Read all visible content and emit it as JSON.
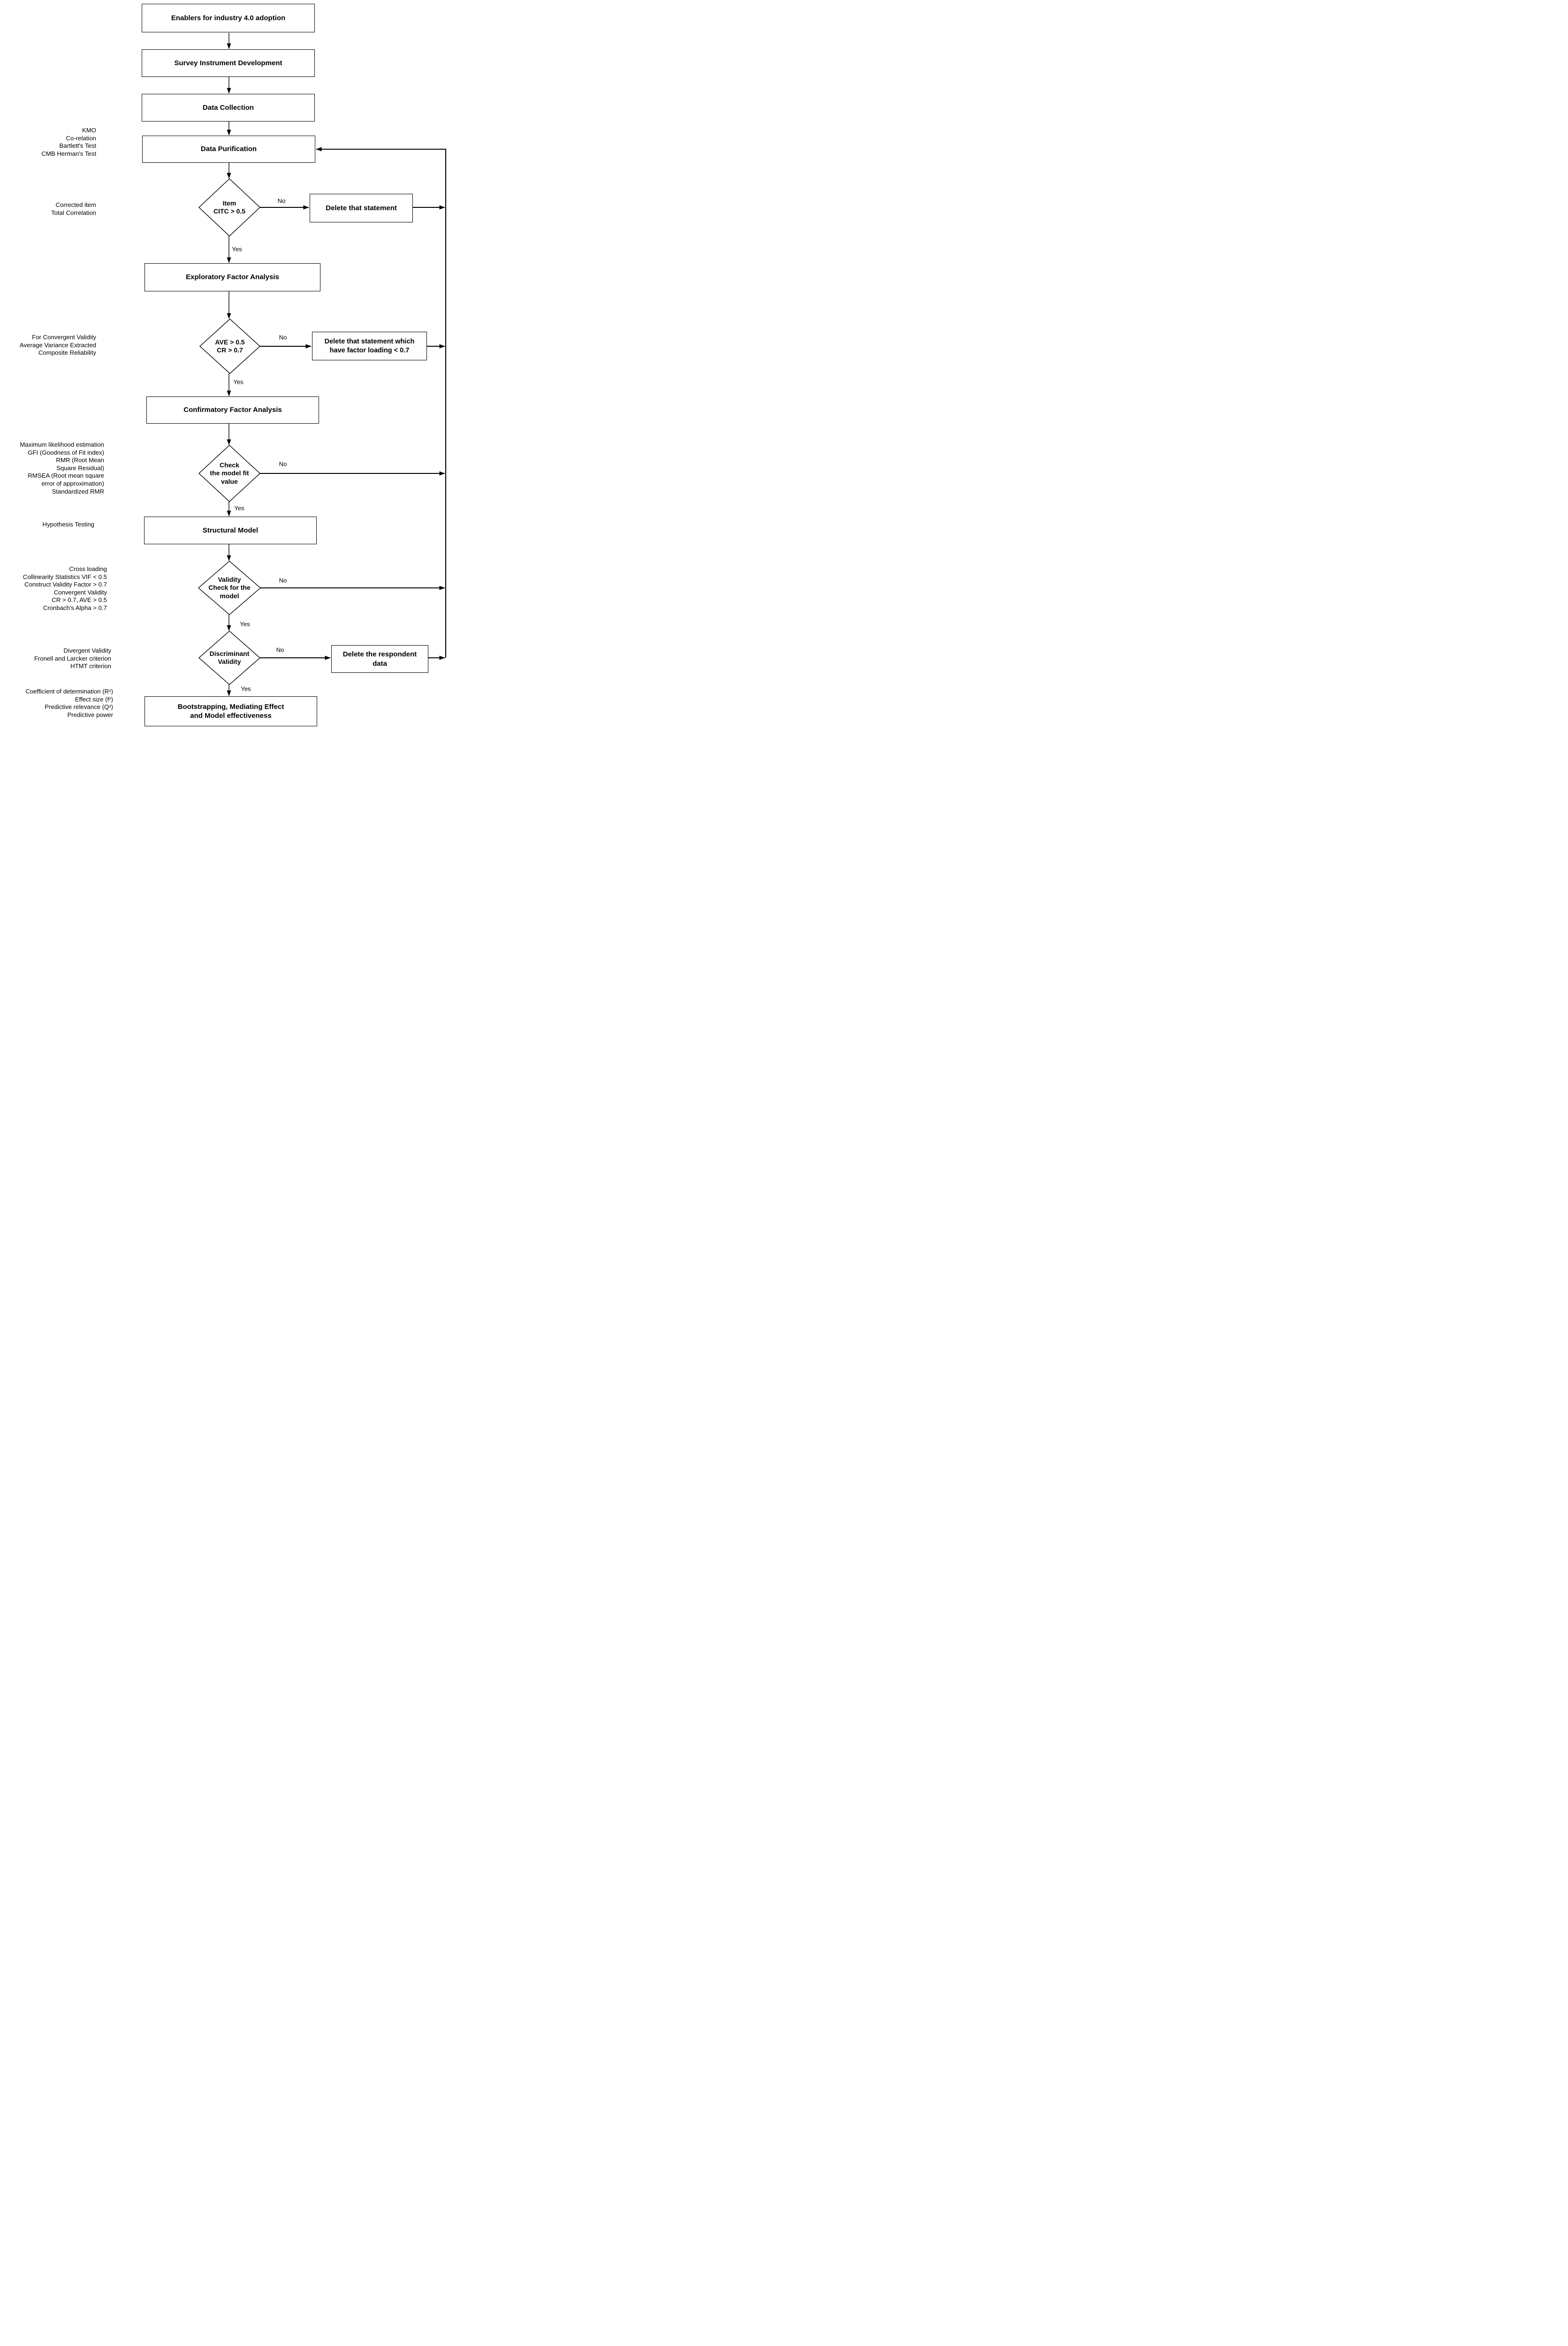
{
  "diagram": {
    "title_node": "Enablers for industry 4.0 adoption",
    "nodes": {
      "survey": {
        "label": "Survey Instrument Development"
      },
      "data_collection": {
        "label": "Data Collection"
      },
      "data_purification": {
        "label": "Data Purification"
      },
      "efa": {
        "label": "Exploratory Factor Analysis"
      },
      "cfa": {
        "label": "Confirmatory Factor Analysis"
      },
      "structural_model": {
        "label": "Structural Model"
      },
      "bootstrapping": {
        "label": "Bootstrapping, Mediating Effect\nand Model effectiveness"
      },
      "delete_statement": {
        "label": "Delete that statement"
      },
      "delete_statement_loading": {
        "label": "Delete that statement which\nhave factor loading < 0.7"
      },
      "delete_respondent": {
        "label": "Delete the respondent\ndata"
      }
    },
    "decisions": {
      "item_citc": {
        "label": "Item\nCITC > 0.5"
      },
      "ave_cr": {
        "label": "AVE > 0.5\nCR > 0.7"
      },
      "model_fit": {
        "label": "Check\nthe model fit\nvalue"
      },
      "validity_check": {
        "label": "Validity\nCheck for the\nmodel"
      },
      "discriminant": {
        "label": "Discriminant\nValidity"
      }
    },
    "edge_labels": {
      "yes": "Yes",
      "no": "No"
    },
    "side_notes": {
      "purification": "KMO\nCo-relation\nBartlett's Test\nCMB Herman's Test",
      "citc": "Corrected item\nTotal Correlation",
      "convergent": "For Convergent Validity\nAverage Variance Extracted\nComposite Reliability",
      "model_fit": "Maximum likelihood estimation\nGFI (Goodness of Fit index)\nRMR (Root Mean\nSquare Residual)\nRMSEA (Root mean square\nerror of approximation)\nStandardized RMR",
      "hypothesis": "Hypothesis Testing",
      "validity": "Cross loading\nCollinearity Statistics VIF < 0.5\nConstruct Validity Factor > 0.7\nConvergent Validity\nCR > 0.7, AVE > 0.5\nCronbach's Alpha > 0.7",
      "discriminant": "Divergent Validity\nFronell and Larcker criterion\nHTMT criterion",
      "bootstrapping": "Coefficient of determination (R²)\nEffect size (f²)\nPredictive relevance (Q²)\nPredictive power"
    },
    "colors": {
      "line": "#000000",
      "background": "#ffffff",
      "shape_fill": "#ffffff"
    }
  }
}
